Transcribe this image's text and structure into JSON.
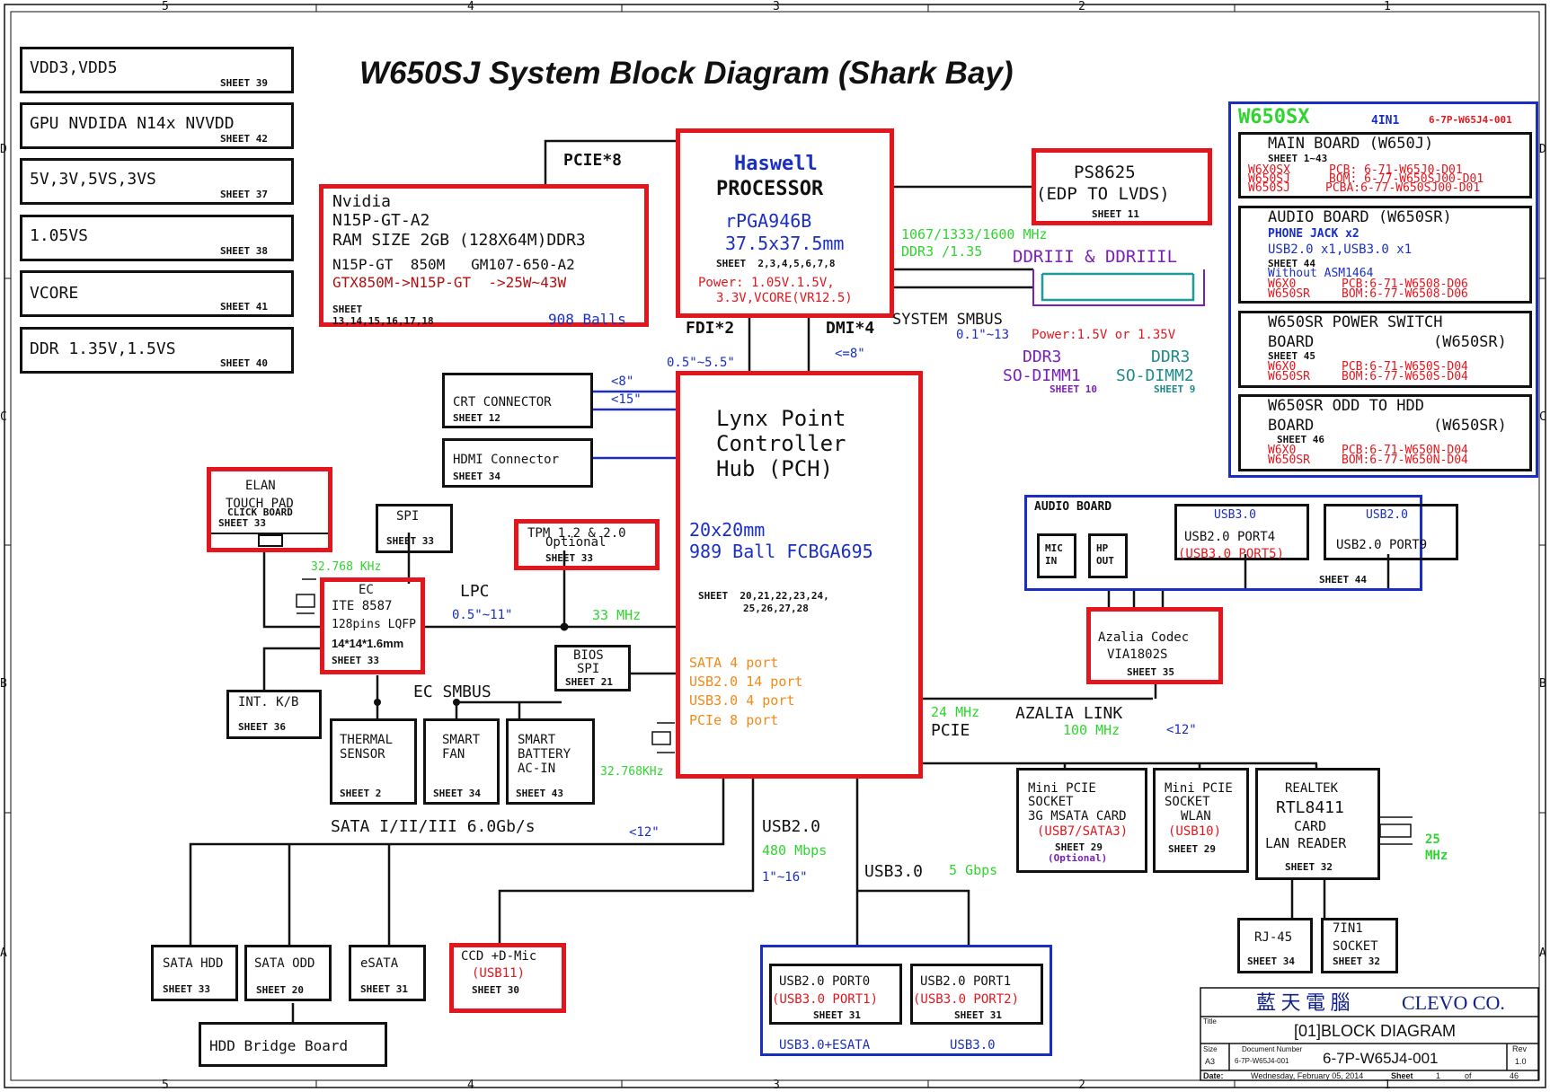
{
  "title": "W650SJ System Block Diagram (Shark Bay)",
  "ruler": {
    "top": [
      "5",
      "4",
      "3",
      "2",
      "1"
    ],
    "bottom": [
      "5",
      "4",
      "3",
      "2",
      "1"
    ],
    "left": [
      "D",
      "C",
      "B",
      "A"
    ],
    "right": [
      "D",
      "C",
      "B",
      "A"
    ]
  },
  "power_blocks": [
    {
      "label": "VDD3,VDD5",
      "sheet": "SHEET 39"
    },
    {
      "label": "GPU NVDIDA N14x NVVDD",
      "sheet": "SHEET 42"
    },
    {
      "label": "5V,3V,5VS,3VS",
      "sheet": "SHEET 37"
    },
    {
      "label": "1.05VS",
      "sheet": "SHEET 38"
    },
    {
      "label": "VCORE",
      "sheet": "SHEET 41"
    },
    {
      "label": "DDR 1.35V,1.5VS",
      "sheet": "SHEET 40"
    }
  ],
  "gpu": {
    "l1": "Nvidia",
    "l2": "N15P-GT-A2",
    "l3": "RAM SIZE 2GB (128X64M)DDR3",
    "l4": "N15P-GT  850M   GM107-650-A2",
    "l5": "GTX850M->N15P-GT  ->25W~43W",
    "sheet_a": "SHEET",
    "sheet_b": "13,14,15,16,17,18",
    "balls": "908 Balls"
  },
  "pcie8": "PCIE*8",
  "cpu": {
    "l1": "Haswell",
    "l2": "PROCESSOR",
    "l3": "rPGA946B",
    "l4": "37.5x37.5mm",
    "sheet": "SHEET  2,3,4,5,6,7,8",
    "power1": "Power: 1.05V.1.5V,",
    "power2": "3.3V,VCORE(VR12.5)"
  },
  "ps8625": {
    "l1": "PS8625",
    "l2": "(EDP TO LVDS)",
    "sheet": "SHEET 11"
  },
  "mem": {
    "speed": "1067/1333/1600 MHz",
    "ddr3v": "DDR3 /1.35",
    "ddr_label": "DDRIII & DDRIIIL",
    "smbus": "SYSTEM SMBUS",
    "dist": "0.1\"~13",
    "power": "Power:1.5V or 1.35V",
    "dimm1_a": "DDR3",
    "dimm1_b": "SO-DIMM1",
    "dimm1_sheet": "SHEET 10",
    "dimm2_a": "DDR3",
    "dimm2_b": "SO-DIMM2",
    "dimm2_sheet": "SHEET 9"
  },
  "links": {
    "fdi": "FDI*2",
    "dmi": "DMI*4",
    "fdi_len": "0.5\"~5.5\"",
    "dmi_len": "<=8\"",
    "crt_len": "<8\"",
    "crt_len2": "<15\"",
    "lpc": "LPC",
    "lpc_len": "0.5\"~11\"",
    "lpc_freq": "33 MHz",
    "ec_smbus": "EC SMBUS",
    "sata": "SATA I/II/III 6.0Gb/s",
    "sata_len": "<12\"",
    "usb2": "USB2.0",
    "usb2_speed": "480 Mbps",
    "usb2_len": "1\"~16\"",
    "usb3": "USB3.0",
    "usb3_speed": "5 Gbps",
    "pcie_freq": "24 MHz",
    "pcie": "PCIE",
    "azalia": "AZALIA LINK",
    "azalia_freq": "100 MHz",
    "azalia_len": "<12\"",
    "pch_xtal": "32.768KHz",
    "ec_xtal": "32.768 KHz"
  },
  "pch": {
    "l1": "Lynx Point",
    "l2": "Controller",
    "l3": "Hub (PCH)",
    "size": "20x20mm",
    "ball": "989 Ball FCBGA695",
    "sheet1": "SHEET  20,21,22,23,24,",
    "sheet2": "25,26,27,28",
    "p1": "SATA 4 port",
    "p2": "USB2.0 14 port",
    "p3": "USB3.0 4 port",
    "p4": "PCIe 8 port"
  },
  "crt": {
    "label": "CRT CONNECTOR",
    "sheet": "SHEET 12"
  },
  "hdmi": {
    "label": "HDMI Connector",
    "sheet": "SHEET 34"
  },
  "elan": {
    "l1": "ELAN",
    "l2": "TOUCH PAD",
    "l3": "CLICK BOARD",
    "sheet": "SHEET 33"
  },
  "spi": {
    "label": "SPI",
    "sheet": "SHEET 33"
  },
  "tpm": {
    "l1": "TPM 1.2 & 2.0",
    "l2": "Optional",
    "sheet": "SHEET 33"
  },
  "ec": {
    "l1": "EC",
    "l2": "ITE 8587",
    "l3": "128pins LQFP",
    "l4": "14*14*1.6mm",
    "sheet": "SHEET 33"
  },
  "bios": {
    "l1": "BIOS",
    "l2": "SPI",
    "sheet": "SHEET 21"
  },
  "kb": {
    "label": "INT. K/B",
    "sheet": "SHEET 36"
  },
  "thermal": {
    "l1": "THERMAL",
    "l2": "SENSOR",
    "sheet": "SHEET 2"
  },
  "fan": {
    "l1": "SMART",
    "l2": "FAN",
    "sheet": "SHEET 34"
  },
  "battery": {
    "l1": "SMART",
    "l2": "BATTERY",
    "l3": "AC-IN",
    "sheet": "SHEET 43"
  },
  "sata_hdd": {
    "label": "SATA HDD",
    "sheet": "SHEET 33"
  },
  "sata_odd": {
    "label": "SATA ODD",
    "sheet": "SHEET 20"
  },
  "esata": {
    "label": "eSATA",
    "sheet": "SHEET 31"
  },
  "hdd_bridge": "HDD Bridge Board",
  "ccd": {
    "l1": "CCD +D-Mic",
    "l2": "(USB11)",
    "sheet": "SHEET 30"
  },
  "usb_ports": {
    "p0a": "USB2.0 PORT0",
    "p0b": "(USB3.0 PORT1)",
    "p0s": "SHEET 31",
    "p1a": "USB2.0 PORT1",
    "p1b": "(USB3.0 PORT2)",
    "p1s": "SHEET 31",
    "cap1": "USB3.0+ESATA",
    "cap2": "USB3.0"
  },
  "audio_board": {
    "label": "AUDIO BOARD",
    "mic": "MIC",
    "mic2": "IN",
    "hp": "HP",
    "hp2": "OUT",
    "u3": "USB3.0",
    "u3a": "USB2.0 PORT4",
    "u3b": "(USB3.0 PORT5)",
    "u2": "USB2.0",
    "u2a": "USB2.0 PORT9",
    "sheet": "SHEET 44"
  },
  "azalia_codec": {
    "l1": "Azalia Codec",
    "l2": "VIA1802S",
    "sheet": "SHEET 35"
  },
  "mpcie1": {
    "l1": "Mini PCIE",
    "l2": "SOCKET",
    "l3": "3G MSATA CARD",
    "l4": "(USB7/SATA3)",
    "sheet": "SHEET 29",
    "opt": "(Optional)"
  },
  "mpcie2": {
    "l1": "Mini PCIE",
    "l2": "SOCKET",
    "l3": "WLAN",
    "l4": "(USB10)",
    "sheet": "SHEET 29"
  },
  "realtek": {
    "l1": "REALTEK",
    "l2": "RTL8411",
    "l3": "CARD",
    "l4": "LAN READER",
    "sheet": "SHEET 32",
    "xtal1": "25",
    "xtal2": "MHz"
  },
  "rj45": {
    "label": "RJ-45",
    "sheet": "SHEET 34"
  },
  "socket7": {
    "l1": "7IN1",
    "l2": "SOCKET",
    "sheet": "SHEET 32"
  },
  "w650sx": {
    "title": "W650SX",
    "sub": "4IN1",
    "pn": "6-7P-W65J4-001",
    "main": {
      "l1": "MAIN BOARD (W650J)",
      "sheet": "SHEET 1~43",
      "n1": "W6X0SX",
      "n2": "W650SJ",
      "n3": "W650SJ",
      "pcb": "PCB: 6-71-W65J0-D01",
      "bom": "BOM: 6-77-W650SJ00-D01",
      "pcba": "PCBA:6-77-W650SJ00-D01"
    },
    "audio": {
      "l1": "AUDIO BOARD (W650SR)",
      "l2": "PHONE JACK x2",
      "l3": "USB2.0 x1,USB3.0 x1",
      "sheet": "SHEET 44",
      "without": "Without ASM1464",
      "n1": "W6X0",
      "n2": "W650SR",
      "pcb": "PCB:6-71-W6508-D06",
      "bom": "BOM:6-77-W6508-D06"
    },
    "power": {
      "l1": "W650SR POWER SWITCH",
      "l2": "BOARD",
      "l3": "(W650SR)",
      "sheet": "SHEET 45",
      "n1": "W6X0",
      "n2": "W650SR",
      "pcb": "PCB:6-71-W650S-D04",
      "bom": "BOM:6-77-W650S-D04"
    },
    "odd": {
      "l1": "W650SR ODD TO HDD",
      "l2": "BOARD",
      "l3": "(W650SR)",
      "sheet": "SHEET 46",
      "n1": "W6X0",
      "n2": "W650SR",
      "pcb": "PCB:6-71-W650N-D04",
      "bom": "BOM:6-77-W650N-D04"
    }
  },
  "titleblock": {
    "company_cn": "藍 天 電 腦",
    "company_en": "CLEVO CO.",
    "title_lbl": "Title",
    "title": "[01]BLOCK DIAGRAM",
    "size_lbl": "Size",
    "size": "A3",
    "doc_lbl": "Document Number",
    "doc_small": "6-7P-W65J4-001",
    "doc": "6-7P-W65J4-001",
    "rev_lbl": "Rev",
    "rev": "1.0",
    "date_lbl": "Date:",
    "date": "Wednesday, February 05, 2014",
    "sheet_lbl": "Sheet",
    "sheet": "1",
    "of": "of",
    "total": "46"
  }
}
